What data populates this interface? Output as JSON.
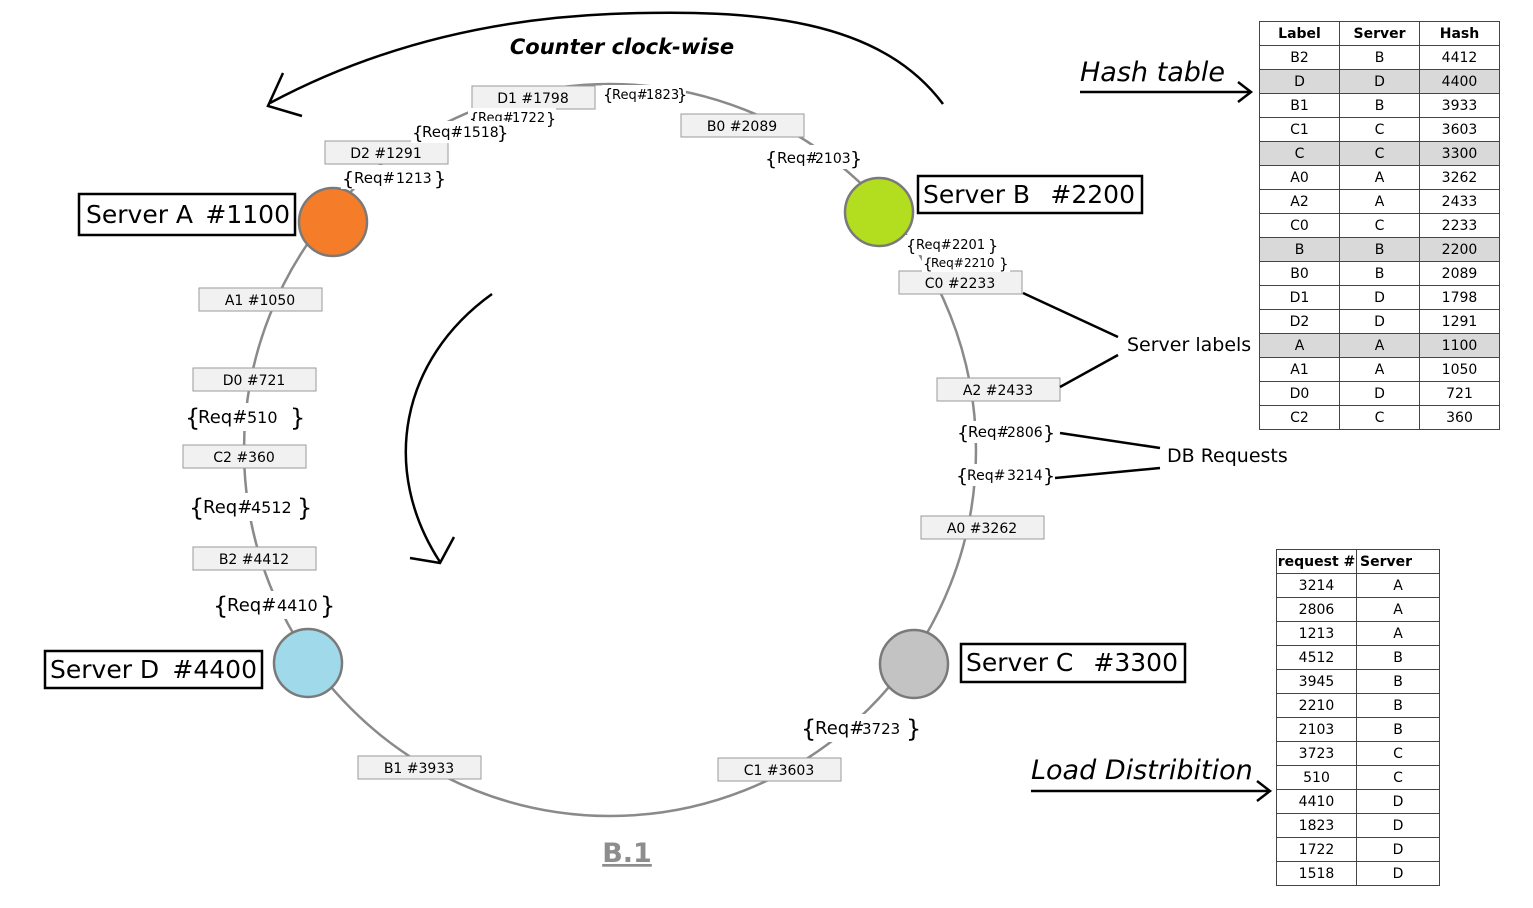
{
  "ring": {
    "direction_label": "Counter clock-wise",
    "figure_caption": "B.1",
    "servers": [
      {
        "label": "Server A",
        "hash": "#1100",
        "color": "#f57d2a",
        "icon": "server-a-node"
      },
      {
        "label": "Server B",
        "hash": "#2200",
        "color": "#b3dd1f",
        "icon": "server-b-node"
      },
      {
        "label": "Server C",
        "hash": "#3300",
        "color": "#c3c3c3",
        "icon": "server-c-node"
      },
      {
        "label": "Server D",
        "hash": "#4400",
        "color": "#9fd9ea",
        "icon": "server-d-node"
      }
    ],
    "virtual_nodes": [
      "D1 #1798",
      "B0 #2089",
      "D2 #1291",
      "A1 #1050",
      "D0 #721",
      "C2 #360",
      "B2 #4412",
      "B1 #3933",
      "C1 #3603",
      "A0 #3262",
      "A2 #2433",
      "C0 #2233"
    ],
    "requests": [
      {
        "prefix": "Req#",
        "num": "1823"
      },
      {
        "prefix": "Req#",
        "num": "1722"
      },
      {
        "prefix": "Req#",
        "num": "1518"
      },
      {
        "prefix": "Req#",
        "num": "1213"
      },
      {
        "prefix": "Req#",
        "num": "2103"
      },
      {
        "prefix": "Req#",
        "num": "2201"
      },
      {
        "prefix": "Req#",
        "num": "2210"
      },
      {
        "prefix": "Req#",
        "num": "510"
      },
      {
        "prefix": "Req#",
        "num": "4512"
      },
      {
        "prefix": "Req#",
        "num": "4410"
      },
      {
        "prefix": "Req#",
        "num": "2806"
      },
      {
        "prefix": "Req#",
        "num": "3214"
      },
      {
        "prefix": "Req#",
        "num": "3723"
      }
    ]
  },
  "annotations": {
    "hash_table": "Hash table",
    "load_distribution": "Load Distribition",
    "server_labels": "Server labels",
    "db_requests": "DB Requests"
  },
  "hash_table": {
    "headers": [
      "Label",
      "Server",
      "Hash"
    ],
    "rows": [
      [
        "B2",
        "B",
        "4412"
      ],
      [
        "D",
        "D",
        "4400"
      ],
      [
        "B1",
        "B",
        "3933"
      ],
      [
        "C1",
        "C",
        "3603"
      ],
      [
        "C",
        "C",
        "3300"
      ],
      [
        "A0",
        "A",
        "3262"
      ],
      [
        "A2",
        "A",
        "2433"
      ],
      [
        "C0",
        "C",
        "2233"
      ],
      [
        "B",
        "B",
        "2200"
      ],
      [
        "B0",
        "B",
        "2089"
      ],
      [
        "D1",
        "D",
        "1798"
      ],
      [
        "D2",
        "D",
        "1291"
      ],
      [
        "A",
        "A",
        "1100"
      ],
      [
        "A1",
        "A",
        "1050"
      ],
      [
        "D0",
        "D",
        "721"
      ],
      [
        "C2",
        "C",
        "360"
      ]
    ],
    "highlight_color": "#d9d9d9"
  },
  "load_table": {
    "headers": [
      "request #",
      "Server"
    ],
    "rows": [
      [
        "3214",
        "A"
      ],
      [
        "2806",
        "A"
      ],
      [
        "1213",
        "A"
      ],
      [
        "4512",
        "B"
      ],
      [
        "3945",
        "B"
      ],
      [
        "2210",
        "B"
      ],
      [
        "2103",
        "B"
      ],
      [
        "3723",
        "C"
      ],
      [
        "510",
        "C"
      ],
      [
        "4410",
        "D"
      ],
      [
        "1823",
        "D"
      ],
      [
        "1722",
        "D"
      ],
      [
        "1518",
        "D"
      ]
    ]
  }
}
